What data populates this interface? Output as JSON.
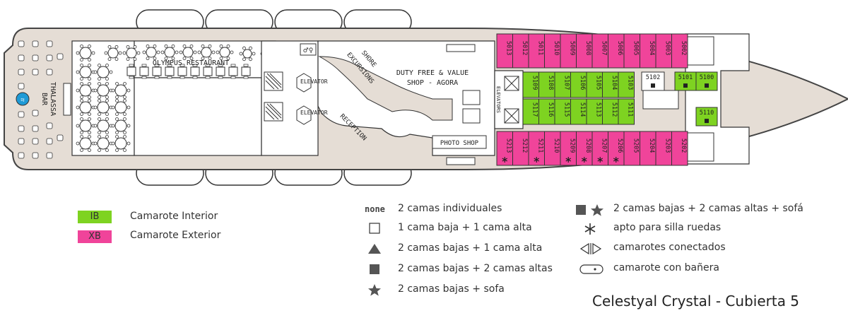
{
  "colors": {
    "interior": "#7ed321",
    "exterior": "#f0449a",
    "hull": "#e5ddd5",
    "outline": "#333333",
    "room": "#ffffff"
  },
  "labels": {
    "restaurant": "OLYMPUS RESTAURANT",
    "bar_line1": "THALASSA",
    "bar_line2": "BAR",
    "dj": "DJ",
    "elevator": "ELEVATOR",
    "elevators": "ELEVATORS",
    "shore_line1": "SHORE",
    "shore_line2": "EXCURSIONS",
    "duty_line1": "DUTY FREE & VALUE",
    "duty_line2": "SHOP - AGORA",
    "reception": "RECEPTION",
    "photo_shop": "PHOTO SHOP"
  },
  "cabins": {
    "exterior_top": [
      "5013",
      "5012",
      "5011",
      "5010",
      "5009",
      "5008",
      "5007",
      "5006",
      "5005",
      "5004",
      "5003",
      "5002"
    ],
    "interior_row1": [
      "5109",
      "5108",
      "5107",
      "5106",
      "5105",
      "5104",
      "5103"
    ],
    "interior_row2": [
      "5117",
      "5116",
      "5115",
      "5114",
      "5113",
      "5112",
      "5111"
    ],
    "interior_fwd_left": "5102",
    "interior_fwd_pair": [
      "5101",
      "5100"
    ],
    "interior_fwd_single": "5110",
    "exterior_bottom": [
      "5213",
      "5212",
      "5211",
      "5210",
      "5209",
      "5208",
      "5207",
      "5206",
      "5205",
      "5204",
      "5203",
      "5202"
    ]
  },
  "legend": {
    "ib_badge": "IB",
    "ib_label": "Camarote Interior",
    "xb_badge": "XB",
    "xb_label": "Camarote Exterior",
    "none_symbol": "none",
    "items": [
      {
        "symbol": "none",
        "text": "2 camas individuales"
      },
      {
        "symbol": "square-outline",
        "text": "1 cama baja + 1 cama alta"
      },
      {
        "symbol": "triangle",
        "text": "2 camas bajas + 1 cama alta"
      },
      {
        "symbol": "square-filled",
        "text": "2 camas bajas + 2 camas altas"
      },
      {
        "symbol": "star",
        "text": "2 camas bajas + sofa"
      },
      {
        "symbol": "square-star",
        "text": "2 camas bajas + 2 camas altas + sofá"
      },
      {
        "symbol": "wheelchair-asterisk",
        "text": "apto para silla ruedas"
      },
      {
        "symbol": "connected-arrows",
        "text": "camarotes conectados"
      },
      {
        "symbol": "bathtub",
        "text": "camarote con bañera"
      }
    ]
  },
  "title": "Celestyal Crystal - Cubierta 5"
}
